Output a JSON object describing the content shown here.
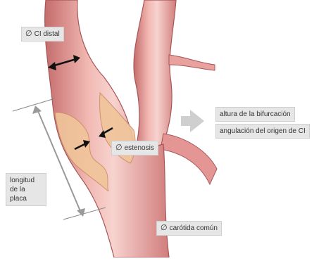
{
  "diameter_symbol": "∅",
  "labels": {
    "ci_distal": "CI distal",
    "longitud": "longitud de la placa",
    "estenosis": "estenosis",
    "carotida": "carótida común",
    "altura": "altura de la bifurcación",
    "angulacion": "angulación del origen de CI"
  },
  "icons": {
    "arrow_right": "block-arrow-right-icon"
  },
  "colors": {
    "vessel": "#e89a98",
    "vessel_dark": "#b85d5f",
    "vessel_highlight": "#f7d3cf",
    "plaque": "#f0c59a",
    "label_bg": "#e6e6e6",
    "arrow_gray": "#cfcfcf"
  }
}
